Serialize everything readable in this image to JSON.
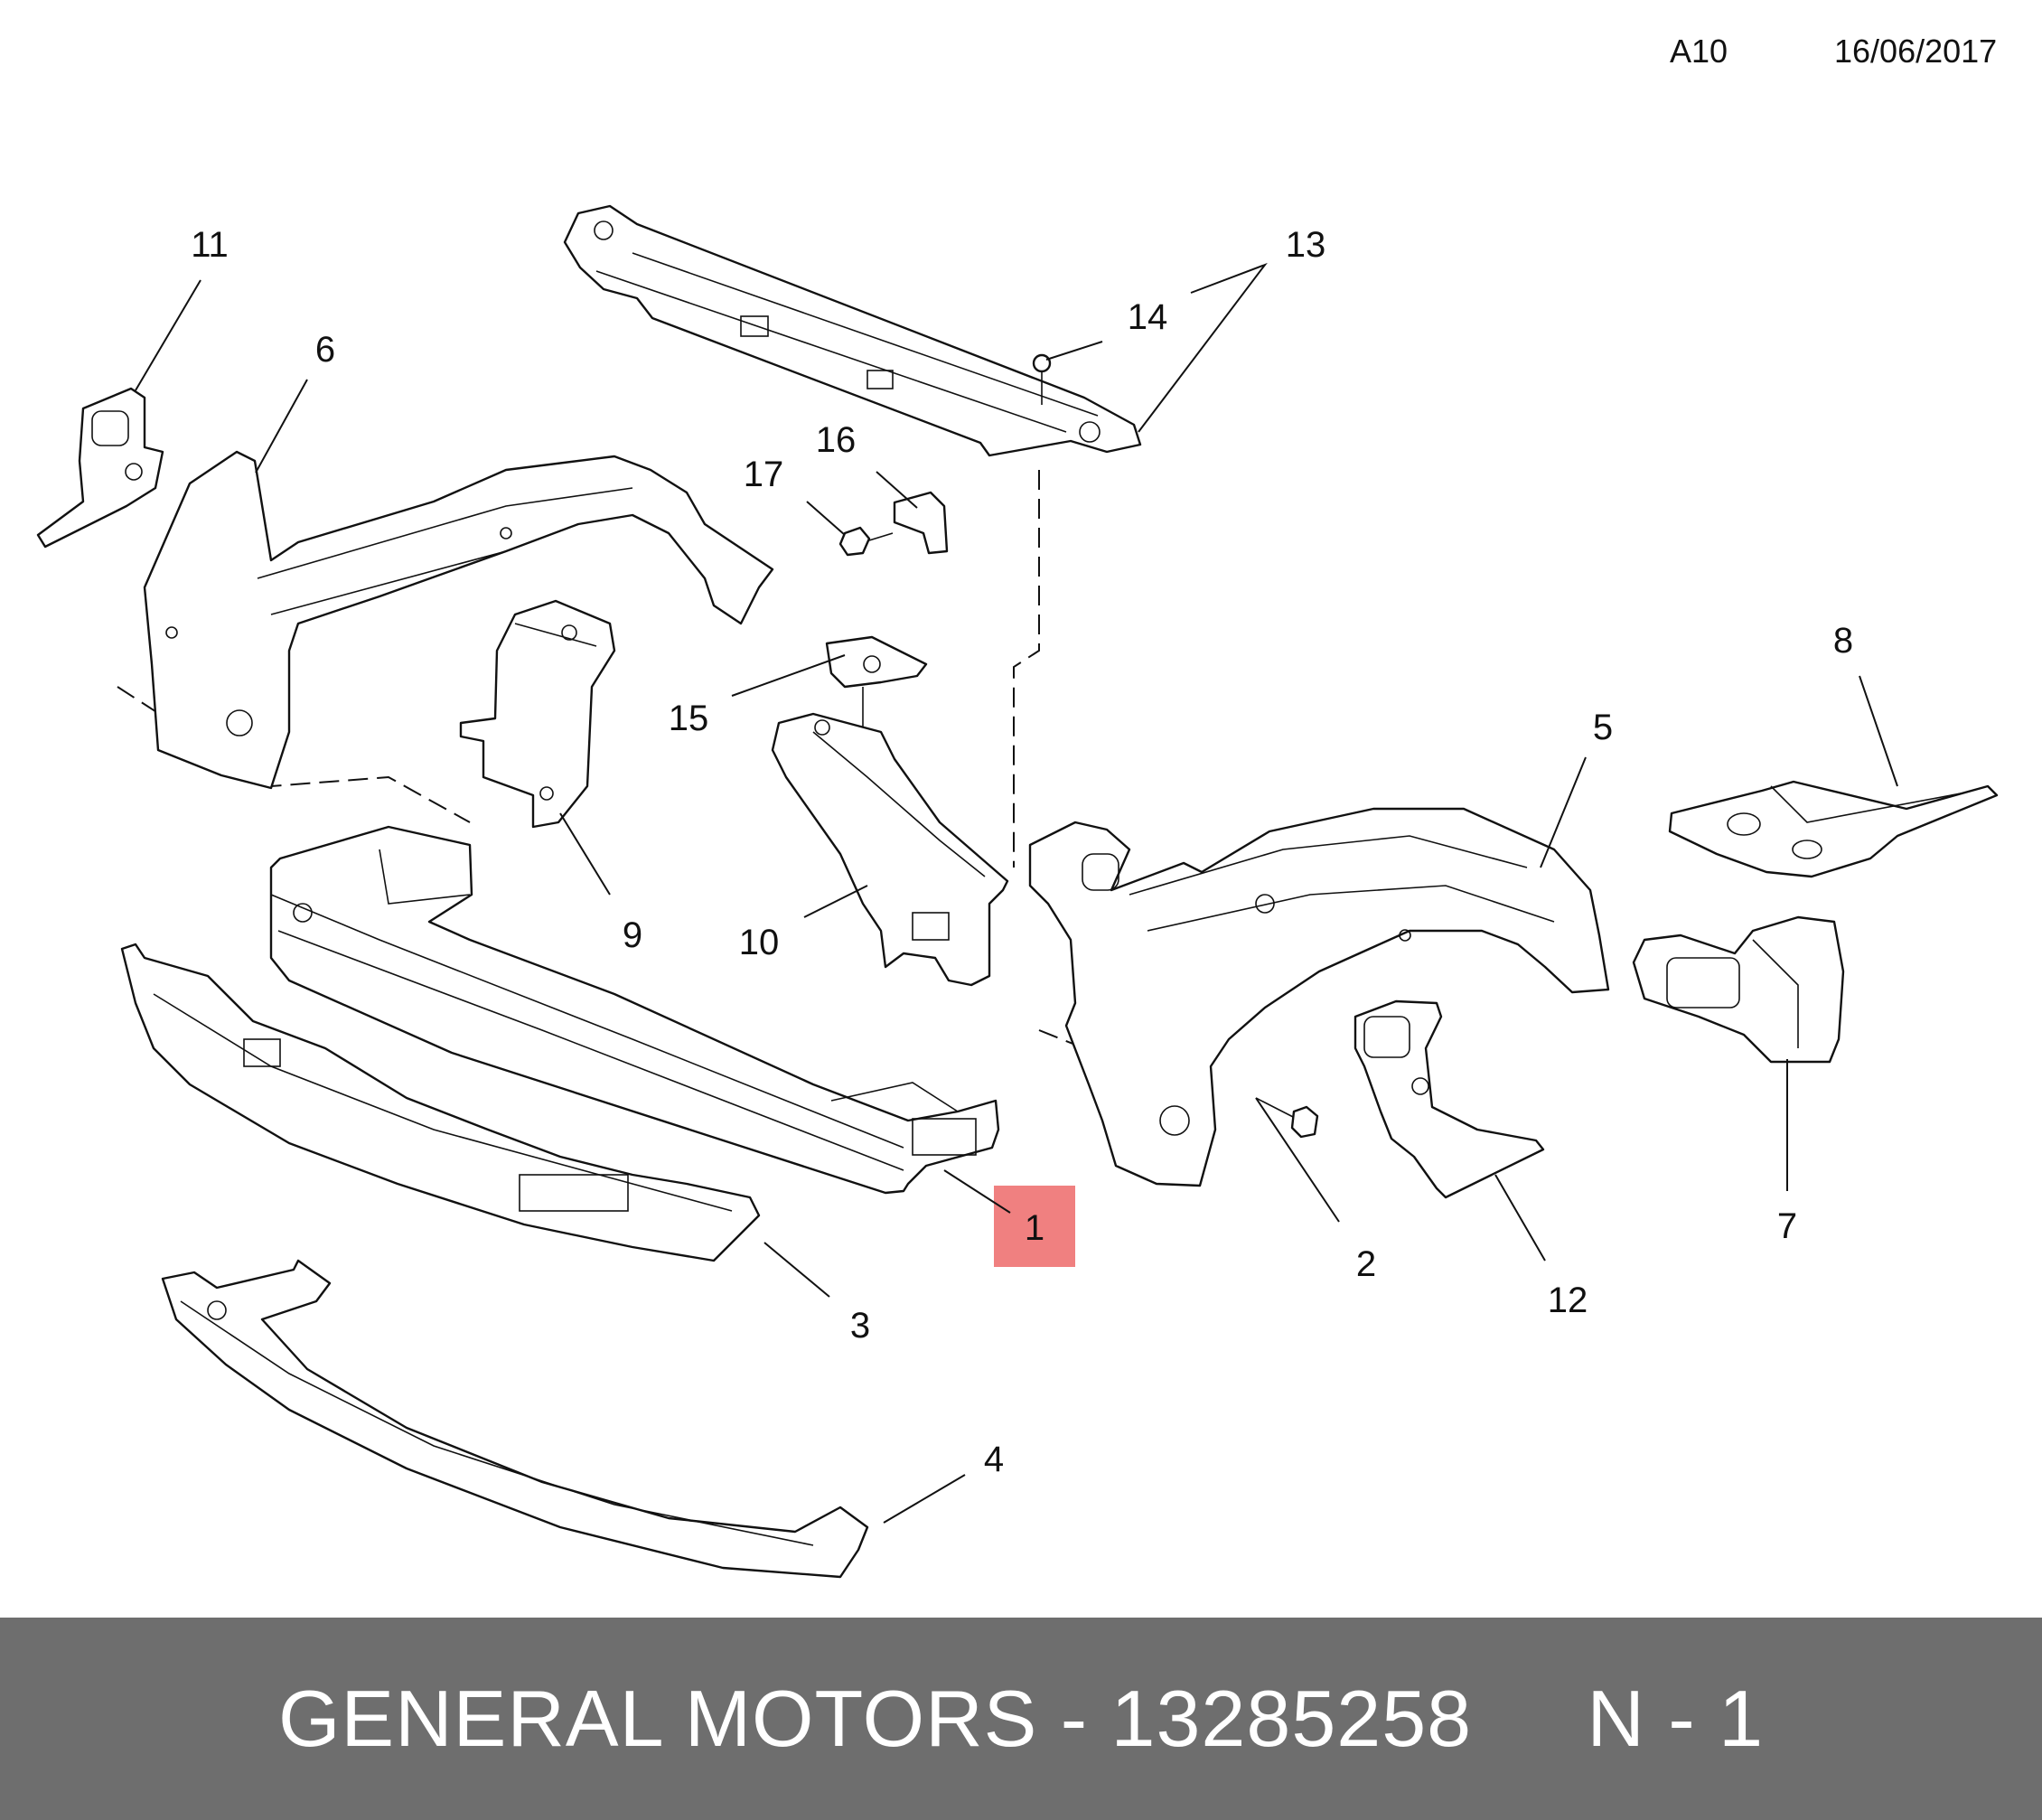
{
  "header": {
    "code": "A10",
    "date": "16/06/2017"
  },
  "callouts": [
    "1",
    "2",
    "3",
    "4",
    "5",
    "6",
    "7",
    "8",
    "9",
    "10",
    "11",
    "12",
    "13",
    "14",
    "15",
    "16",
    "17"
  ],
  "highlighted_callout": "1",
  "colors": {
    "highlight": "#F08080",
    "footer_band": "#6E6E6E",
    "footer_text": "#FFFFFF",
    "line": "#111111"
  },
  "footer": {
    "text": "GENERAL MOTORS - 13285258     N - 1"
  }
}
